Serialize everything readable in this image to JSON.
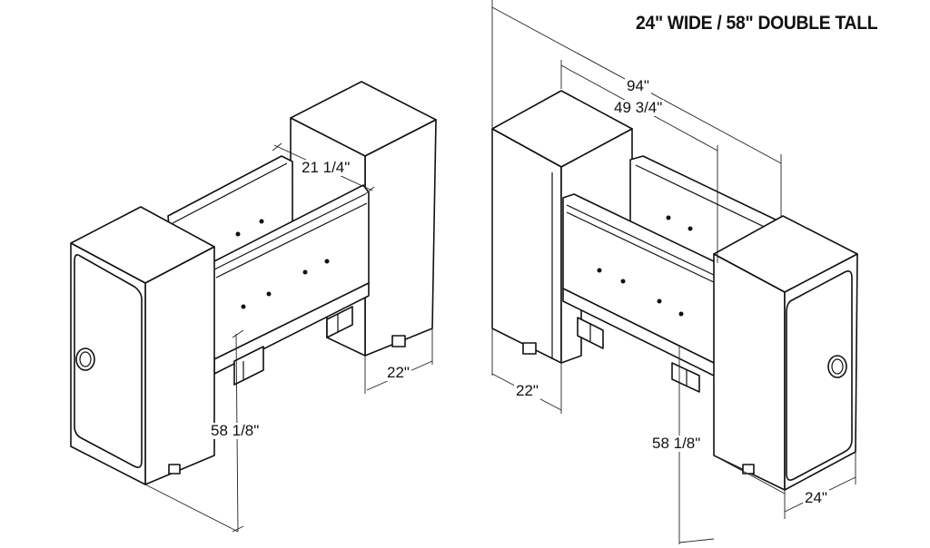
{
  "title": "24\" WIDE / 58\" DOUBLE TALL",
  "left_view": {
    "dim_depth_top": "21 1/4\"",
    "dim_depth_bottom": "22\"",
    "dim_height": "58 1/8\""
  },
  "right_view": {
    "dim_overall": "94\"",
    "dim_inner": "49 3/4\"",
    "dim_depth": "22\"",
    "dim_height": "58 1/8\"",
    "dim_width": "24\""
  }
}
